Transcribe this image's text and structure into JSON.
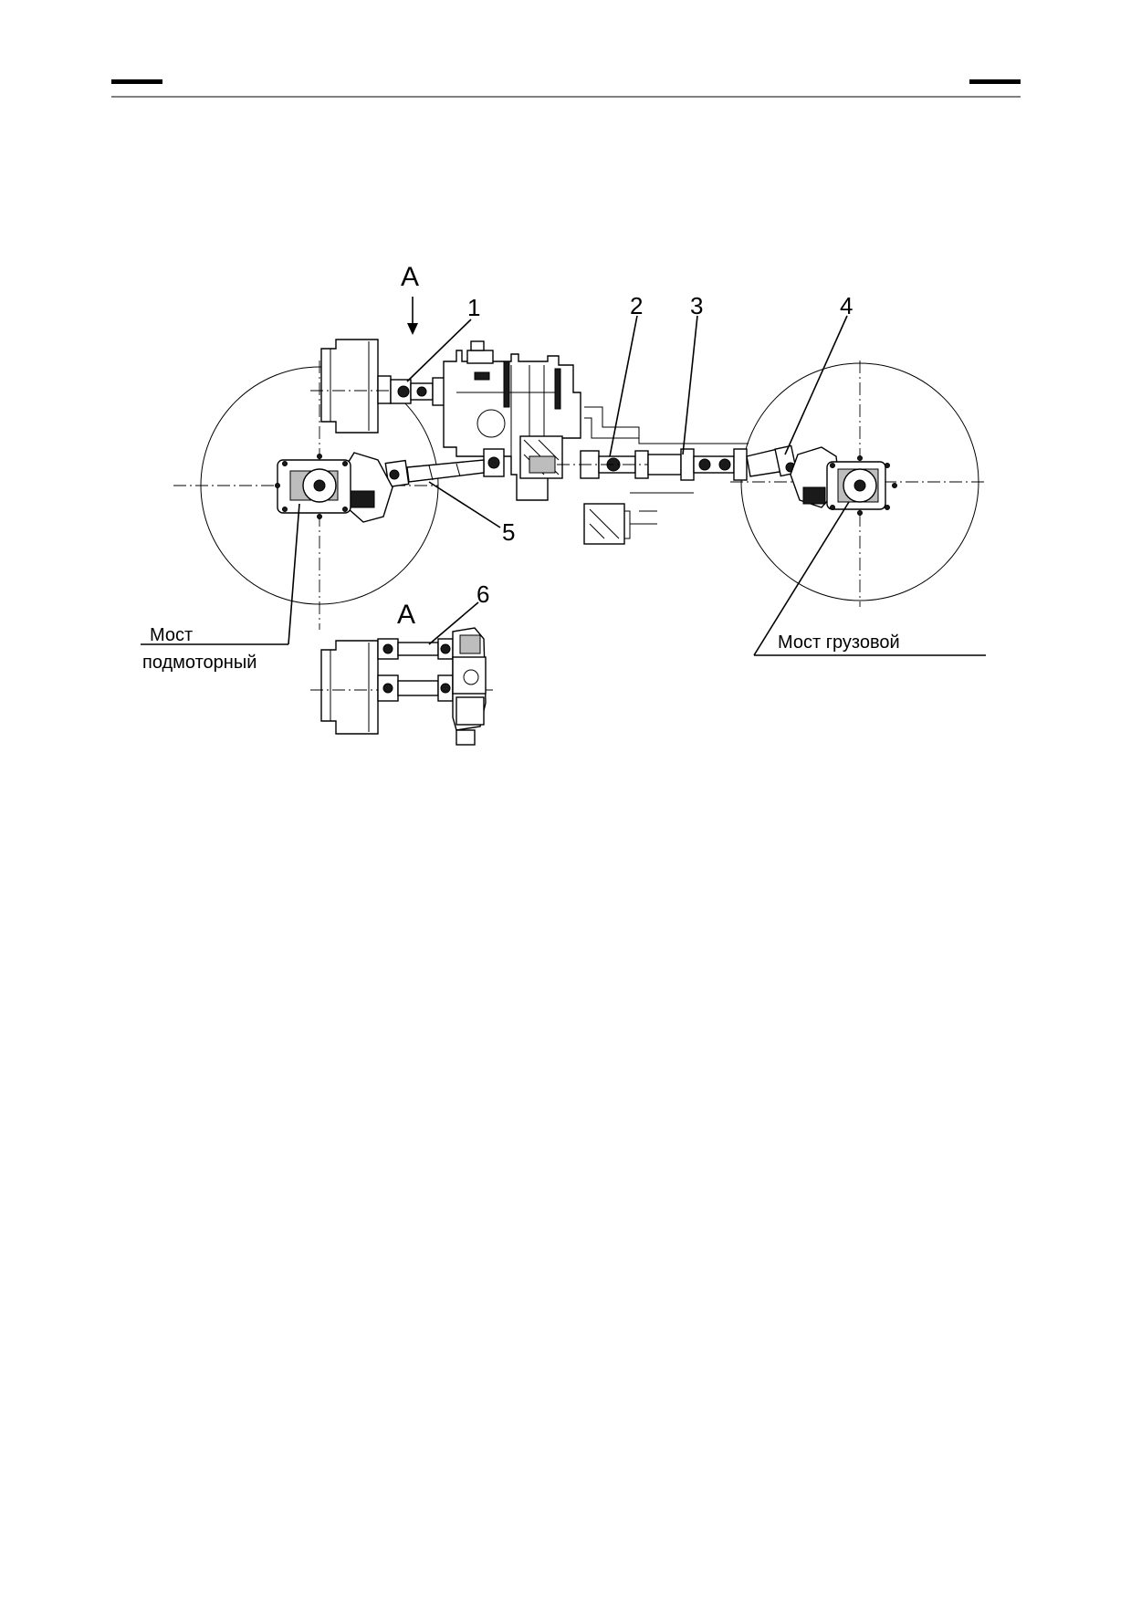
{
  "figure": {
    "view_label_top": "А",
    "view_label_inset": "А",
    "callouts": [
      "1",
      "2",
      "3",
      "4",
      "5",
      "6"
    ],
    "caption_front_axle_line1": "Мост",
    "caption_front_axle_line2": "подмоторный",
    "caption_rear_axle": "Мост грузовой"
  }
}
